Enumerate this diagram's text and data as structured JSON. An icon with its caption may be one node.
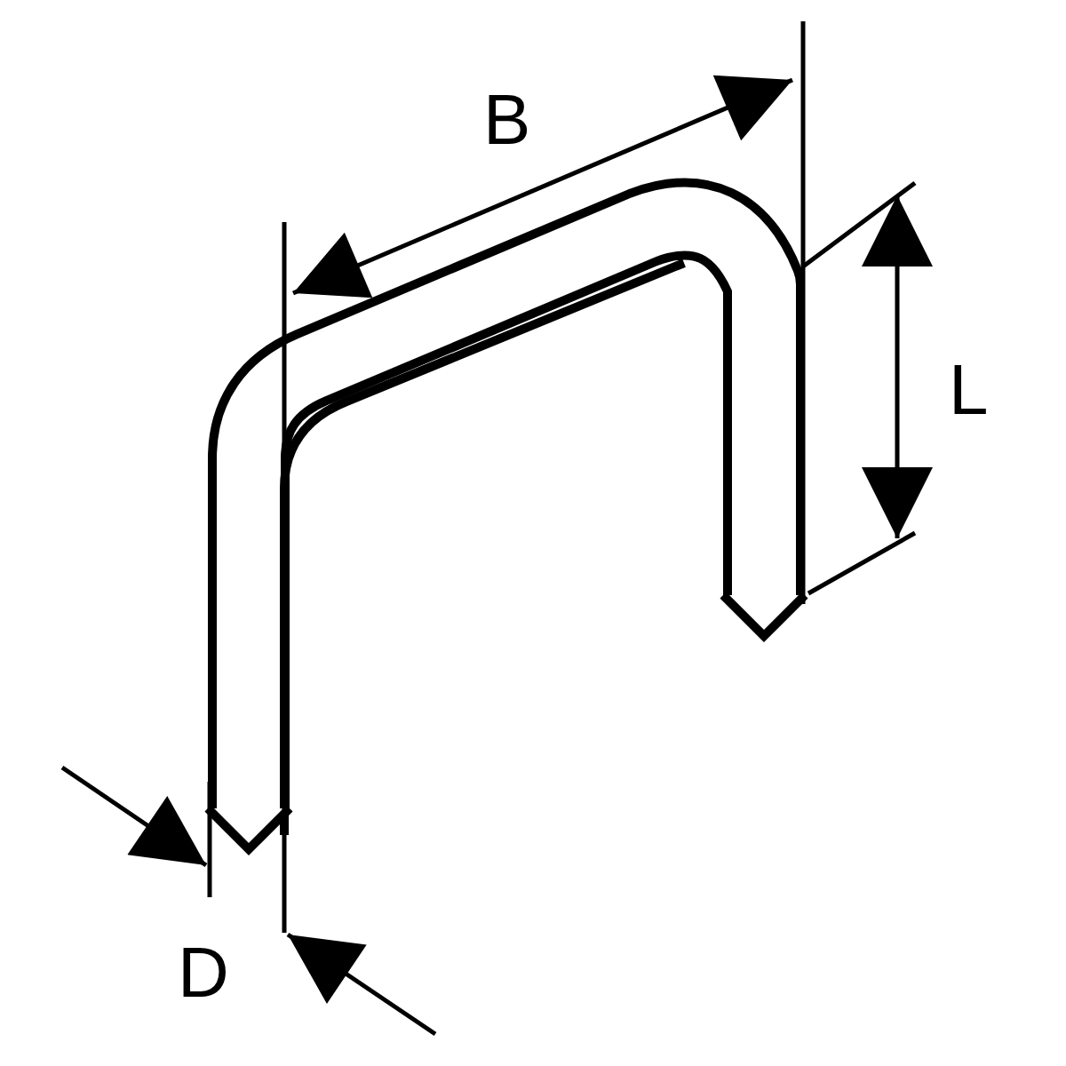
{
  "diagram": {
    "labels": [
      "B",
      "L",
      "D"
    ]
  }
}
